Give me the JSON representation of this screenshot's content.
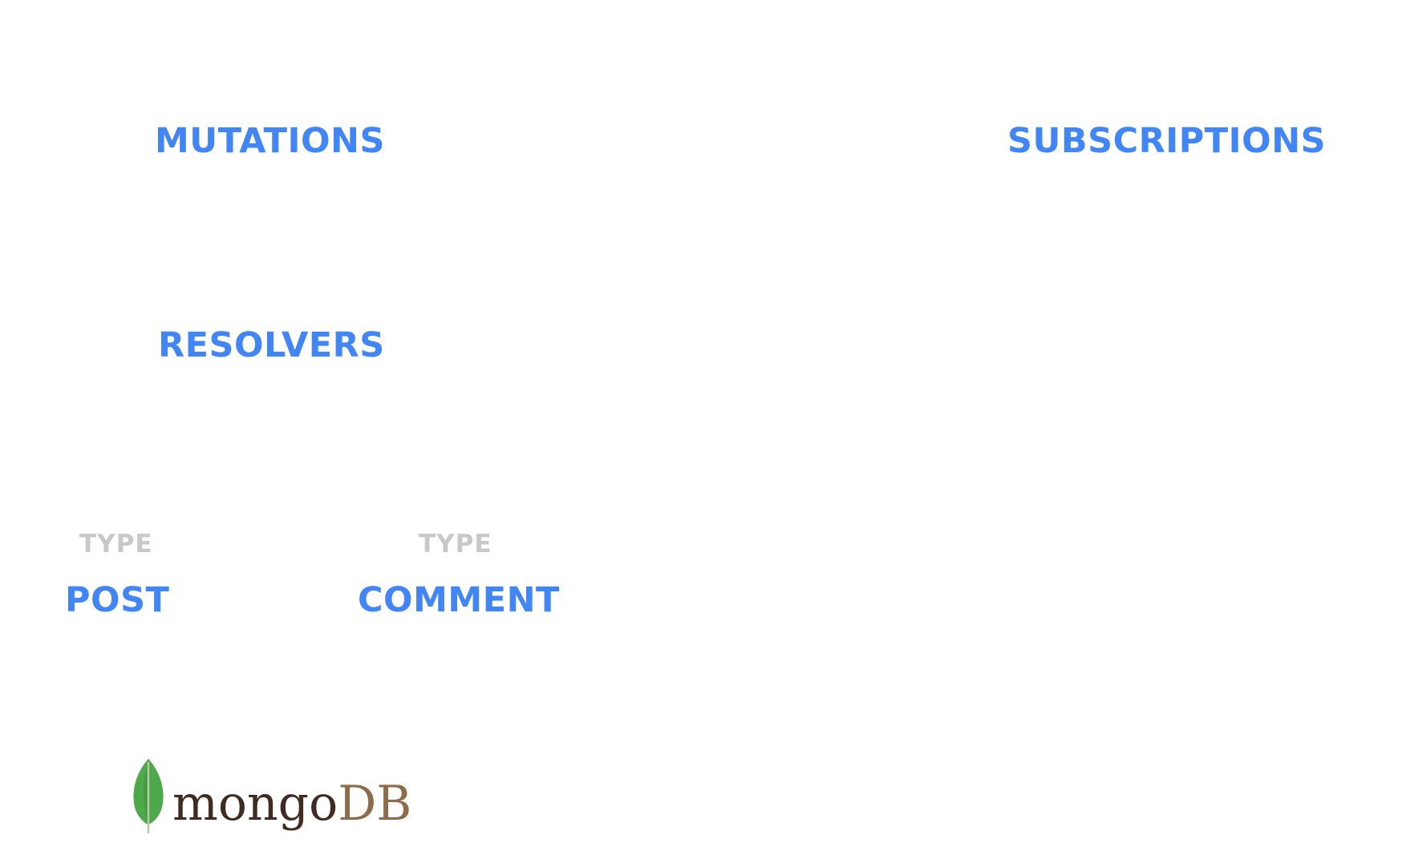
{
  "labels": {
    "mutations": "MUTATIONS",
    "subscriptions": "SUBSCRIPTIONS",
    "resolvers": "RESOLVERS",
    "post_type": "TYPE",
    "post": "POST",
    "comment_type": "TYPE",
    "comment": "COMMENT"
  },
  "logo": {
    "part1": "mongo",
    "part2": "DB"
  },
  "colors": {
    "label_blue": "#4285f4",
    "type_gray": "#c8c8c8",
    "leaf_green": "#4ea94b",
    "mongo_brown": "#3f2b22",
    "db_tan": "#8d6c4a"
  },
  "icons": {
    "logo_mark": "mongodb-leaf-icon"
  }
}
